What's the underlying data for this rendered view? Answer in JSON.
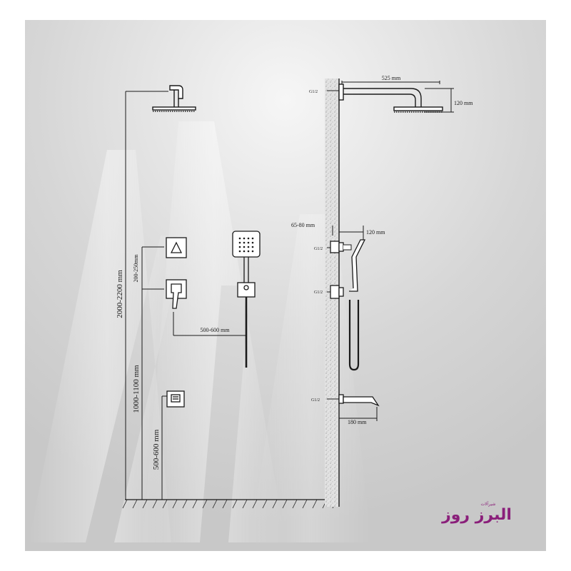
{
  "front_view": {
    "height_overall": "2000-2200 mm",
    "height_mixer": "1000-1100 mm",
    "height_spout_valve": "500-600 mm",
    "spacing_diverter_mixer": "200-250mm",
    "offset_handshower": "500-600 mm"
  },
  "side_view": {
    "arm_length": "525 mm",
    "arm_drop": "120 mm",
    "valve_depth": "65-80 mm",
    "handshower_projection": "120 mm",
    "spout_length": "180 mm",
    "inlet_top": "G1/2",
    "inlet_diverter": "G1/2",
    "inlet_mixer": "G1/2",
    "inlet_spout": "G1/2"
  },
  "brand": {
    "name": "البرز روز",
    "tagline": "شیرآلات",
    "color": "#8a1f7a"
  },
  "icons": [
    "diverter-icon",
    "mixer-lever-icon",
    "spout-valve-icon",
    "square-handshower-icon",
    "rain-showerhead-icon"
  ]
}
